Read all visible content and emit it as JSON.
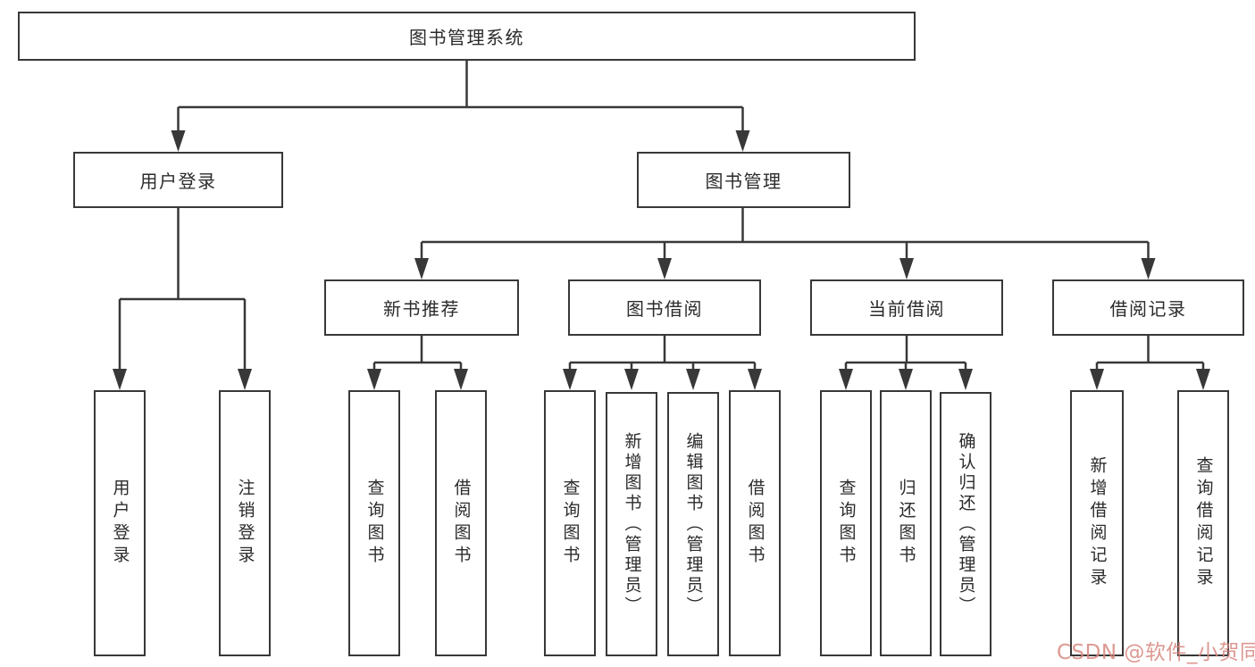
{
  "diagram": {
    "root": {
      "label": "图书管理系统"
    },
    "level2": [
      {
        "id": "user-login",
        "label": "用户登录"
      },
      {
        "id": "book-management",
        "label": "图书管理"
      }
    ],
    "level3": [
      {
        "id": "new-book-recommend",
        "label": "新书推荐",
        "parent": "book-management"
      },
      {
        "id": "book-borrowing",
        "label": "图书借阅",
        "parent": "book-management"
      },
      {
        "id": "current-borrowing",
        "label": "当前借阅",
        "parent": "book-management"
      },
      {
        "id": "borrowing-records",
        "label": "借阅记录",
        "parent": "book-management"
      }
    ],
    "leaves": [
      {
        "id": "user-login-leaf",
        "label": "用户登录",
        "parent": "user-login"
      },
      {
        "id": "logout",
        "label": "注销登录",
        "parent": "user-login"
      },
      {
        "id": "query-books-1",
        "label": "查询图书",
        "parent": "new-book-recommend"
      },
      {
        "id": "borrow-books-1",
        "label": "借阅图书",
        "parent": "new-book-recommend"
      },
      {
        "id": "query-books-2",
        "label": "查询图书",
        "parent": "book-borrowing"
      },
      {
        "id": "add-books-admin",
        "label": "新增图书（管理员）",
        "parent": "book-borrowing"
      },
      {
        "id": "edit-books-admin",
        "label": "编辑图书（管理员）",
        "parent": "book-borrowing"
      },
      {
        "id": "borrow-books-2",
        "label": "借阅图书",
        "parent": "book-borrowing"
      },
      {
        "id": "query-books-3",
        "label": "查询图书",
        "parent": "current-borrowing"
      },
      {
        "id": "return-books",
        "label": "归还图书",
        "parent": "current-borrowing"
      },
      {
        "id": "confirm-return-admin",
        "label": "确认归还（管理员）",
        "parent": "current-borrowing"
      },
      {
        "id": "add-borrow-record",
        "label": "新增借阅记录",
        "parent": "borrowing-records"
      },
      {
        "id": "query-borrow-record",
        "label": "查询借阅记录",
        "parent": "borrowing-records"
      }
    ],
    "colors": {
      "line": "#383838",
      "text": "#2b2b2b",
      "background": "#ffffff"
    }
  },
  "watermark": {
    "text": "CSDN @软件_小贺同学",
    "color": "#d6867e"
  }
}
